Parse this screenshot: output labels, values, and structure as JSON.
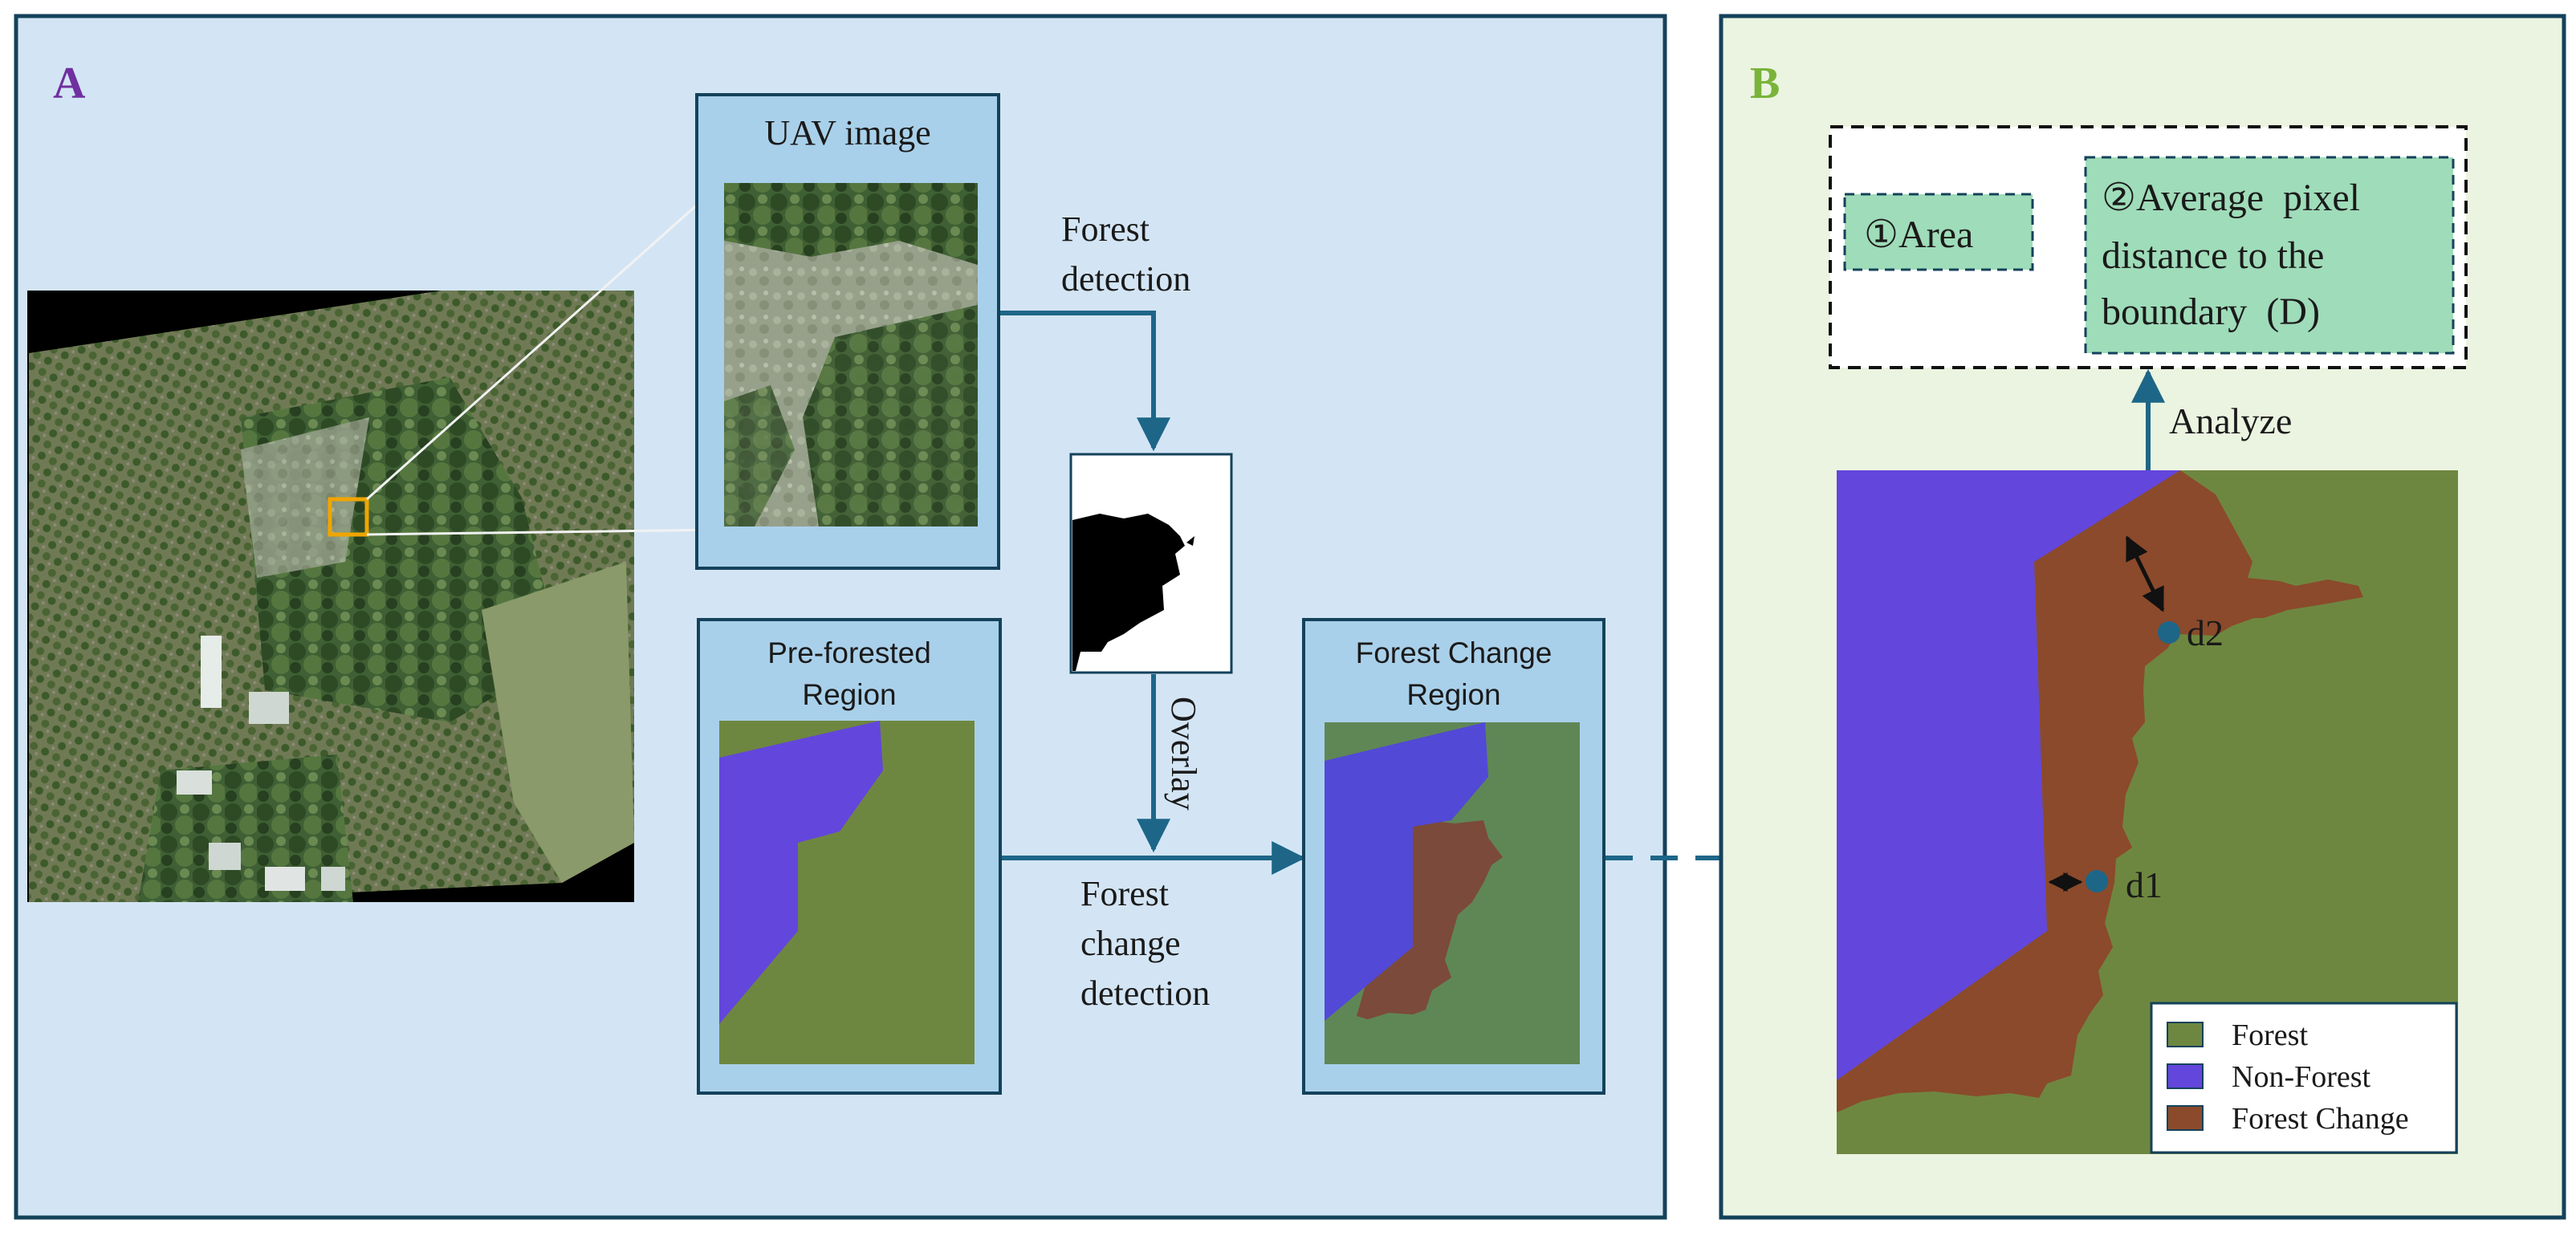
{
  "panel_a": {
    "letter": "A",
    "uav_title": "UAV image",
    "forest_detection": [
      "Forest",
      "detection"
    ],
    "overlay": "Overlay",
    "preforested_title": [
      "Pre-forested",
      "Region"
    ],
    "change_title": [
      "Forest Change",
      "Region"
    ],
    "forest_change_detection": [
      "Forest",
      "change",
      "detection"
    ]
  },
  "panel_b": {
    "letter": "B",
    "metric_1": "①Area",
    "metric_2": [
      "②Average  pixel",
      "distance to the",
      "boundary  (D)"
    ],
    "analyze": "Analyze",
    "d1": "d1",
    "d2": "d2"
  },
  "legend": [
    {
      "label": "Forest",
      "color": "#6e8740"
    },
    {
      "label": "Non-Forest",
      "color": "#6346dc"
    },
    {
      "label": "Forest Change",
      "color": "#8b4a2b"
    }
  ],
  "colors": {
    "panel_a_bg": "#d3e5f4",
    "panel_b_bg": "#ebf4e0",
    "border": "#14425b",
    "arrow": "#1d6688",
    "letter_a": "#7030a0",
    "letter_b": "#7ab33a",
    "metric_box": "#9fdcb9"
  }
}
